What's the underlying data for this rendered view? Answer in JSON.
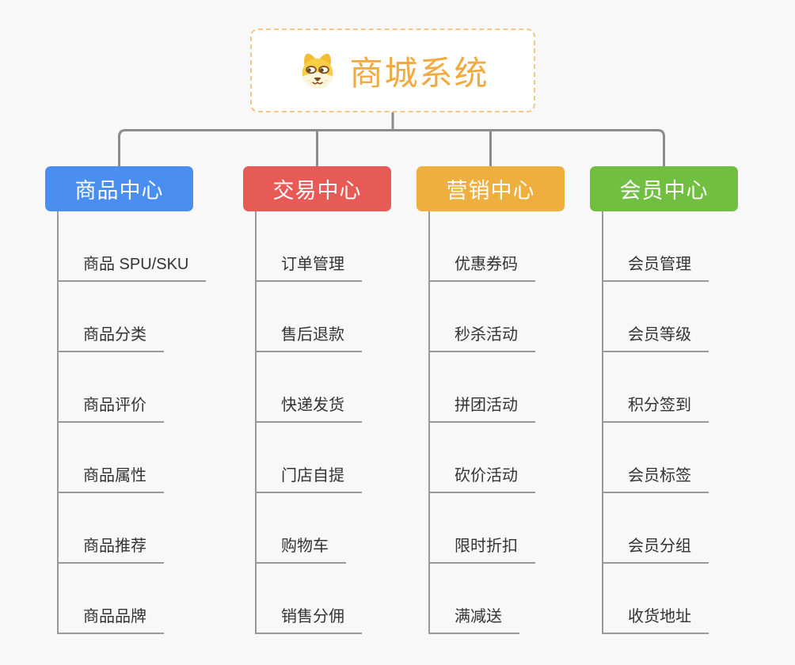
{
  "root": {
    "title": "商城系统",
    "icon": "dog-logo-icon"
  },
  "branches": [
    {
      "label": "商品中心",
      "color": "#4a8ff0",
      "children": [
        "商品 SPU/SKU",
        "商品分类",
        "商品评价",
        "商品属性",
        "商品推荐",
        "商品品牌"
      ]
    },
    {
      "label": "交易中心",
      "color": "#e65b56",
      "children": [
        "订单管理",
        "售后退款",
        "快递发货",
        "门店自提",
        "购物车",
        "销售分佣"
      ]
    },
    {
      "label": "营销中心",
      "color": "#eeaf3f",
      "children": [
        "优惠券码",
        "秒杀活动",
        "拼团活动",
        "砍价活动",
        "限时折扣",
        "满减送"
      ]
    },
    {
      "label": "会员中心",
      "color": "#71bf41",
      "children": [
        "会员管理",
        "会员等级",
        "积分签到",
        "会员标签",
        "会员分组",
        "收货地址"
      ]
    }
  ],
  "colors": {
    "accent": "#f2a93e",
    "rootBorder": "#f5c784",
    "connector": "#8c8c8c",
    "underline": "#999999",
    "text": "#333333",
    "headerText": "#ffffff",
    "bg": "#f8f8f8"
  }
}
